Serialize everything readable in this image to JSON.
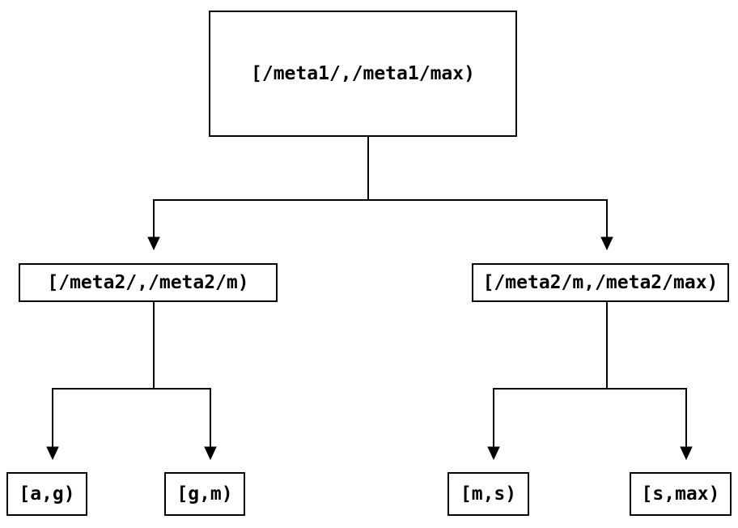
{
  "diagram": {
    "type": "binary-tree",
    "colors": {
      "background": "#ffffff",
      "line": "#000000",
      "box_border": "#000000",
      "text": "#000000"
    },
    "nodes": {
      "root": {
        "label": "[/meta1/,/meta1/max)"
      },
      "left_child": {
        "label": "[/meta2/,/meta2/m)"
      },
      "right_child": {
        "label": "[/meta2/m,/meta2/max)"
      },
      "leaf_ag": {
        "label": "[a,g)"
      },
      "leaf_gm": {
        "label": "[g,m)"
      },
      "leaf_ms": {
        "label": "[m,s)"
      },
      "leaf_smax": {
        "label": "[s,max)"
      }
    },
    "edges": [
      {
        "from": "root",
        "to": "left_child"
      },
      {
        "from": "root",
        "to": "right_child"
      },
      {
        "from": "left_child",
        "to": "leaf_ag"
      },
      {
        "from": "left_child",
        "to": "leaf_gm"
      },
      {
        "from": "right_child",
        "to": "leaf_ms"
      },
      {
        "from": "right_child",
        "to": "leaf_smax"
      }
    ]
  }
}
